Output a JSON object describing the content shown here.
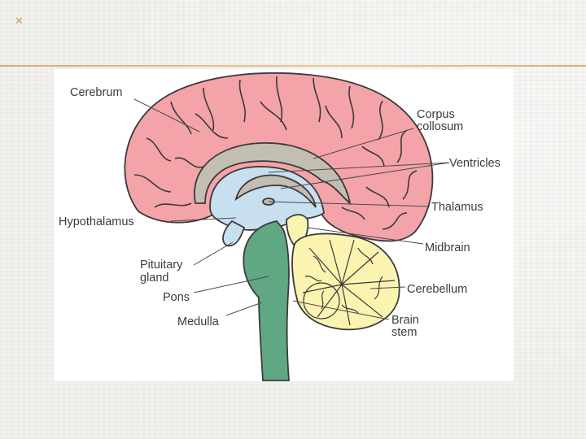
{
  "slide": {
    "corner_symbol": "✕"
  },
  "diagram": {
    "labels": {
      "cerebrum": "Cerebrum",
      "corpus_line1": "Corpus",
      "corpus_line2": "collosum",
      "ventricles": "Ventricles",
      "thalamus": "Thalamus",
      "hypothalamus": "Hypothalamus",
      "midbrain": "Midbrain",
      "pituitary_line1": "Pituitary",
      "pituitary_line2": "gland",
      "pons": "Pons",
      "cerebellum": "Cerebellum",
      "medulla": "Medulla",
      "brainstem_line1": "Brain",
      "brainstem_line2": "stem"
    },
    "colors": {
      "cerebrum": "#f4a3a8",
      "corpus": "#c3beb2",
      "ventricles": "#c8dff0",
      "brainstem": "#5fa883",
      "cerebellum": "#fbf3b0",
      "outline": "#3a3a3a",
      "leader": "#4a4a4a"
    }
  }
}
